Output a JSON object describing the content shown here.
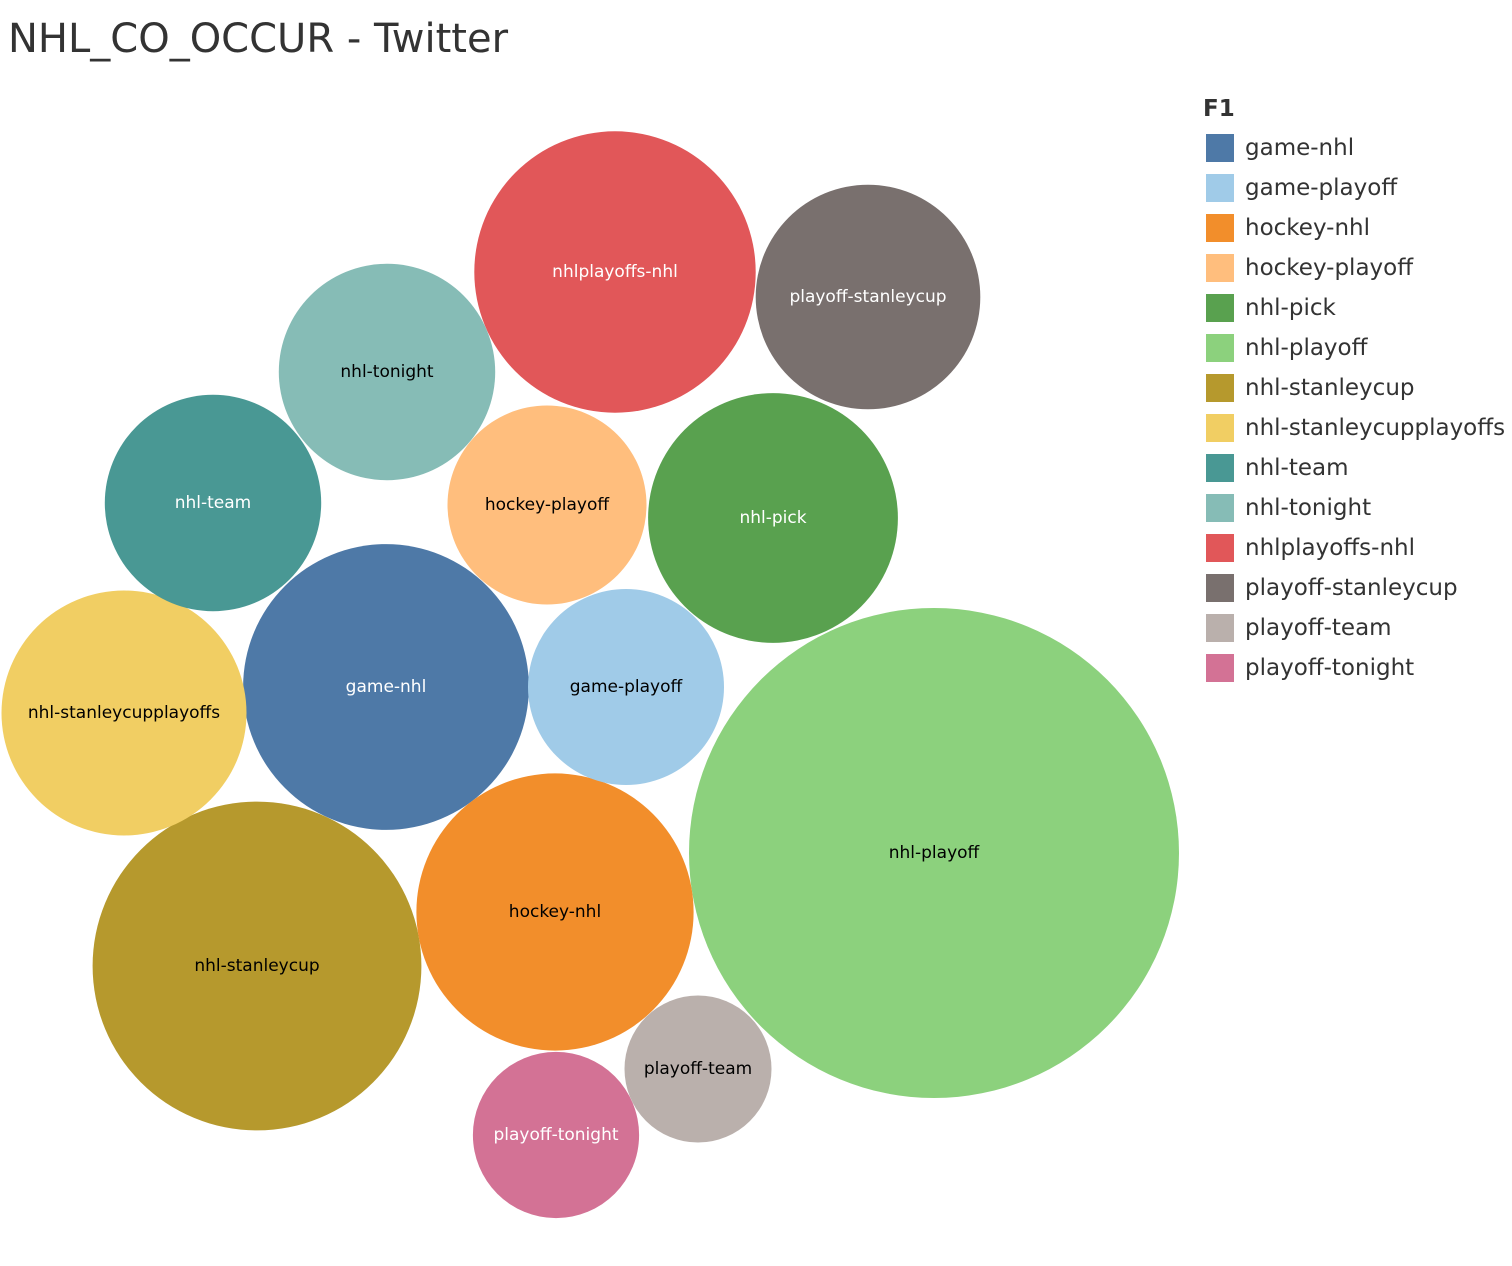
{
  "title": "NHL_CO_OCCUR - Twitter",
  "chart_data": {
    "type": "bubble",
    "title": "NHL_CO_OCCUR - Twitter",
    "legend": {
      "title": "F1",
      "position": "right",
      "entries": [
        {
          "label": "game-nhl",
          "color": "#4e79a7"
        },
        {
          "label": "game-playoff",
          "color": "#a0cbe8"
        },
        {
          "label": "hockey-nhl",
          "color": "#f28e2b"
        },
        {
          "label": "hockey-playoff",
          "color": "#ffbe7d"
        },
        {
          "label": "nhl-pick",
          "color": "#59a14f"
        },
        {
          "label": "nhl-playoff",
          "color": "#8cd17d"
        },
        {
          "label": "nhl-stanleycup",
          "color": "#b6992d"
        },
        {
          "label": "nhl-stanleycupplayoffs",
          "color": "#f1ce63"
        },
        {
          "label": "nhl-team",
          "color": "#499894"
        },
        {
          "label": "nhl-tonight",
          "color": "#86bcb6"
        },
        {
          "label": "nhlplayoffs-nhl",
          "color": "#e15759"
        },
        {
          "label": "playoff-stanleycup",
          "color": "#79706e"
        },
        {
          "label": "playoff-team",
          "color": "#bab0ac"
        },
        {
          "label": "playoff-tonight",
          "color": "#d37295"
        }
      ]
    },
    "bubbles": [
      {
        "label": "nhl-playoff",
        "value": 100,
        "color": "#8cd17d",
        "text_color": "#000000"
      },
      {
        "label": "nhl-stanleycup",
        "value": 45,
        "color": "#b6992d",
        "text_color": "#000000"
      },
      {
        "label": "game-nhl",
        "value": 34,
        "color": "#4e79a7",
        "text_color": "#ffffff"
      },
      {
        "label": "nhlplayoffs-nhl",
        "value": 33,
        "color": "#e15759",
        "text_color": "#ffffff"
      },
      {
        "label": "hockey-nhl",
        "value": 32,
        "color": "#f28e2b",
        "text_color": "#000000"
      },
      {
        "label": "nhl-pick",
        "value": 26,
        "color": "#59a14f",
        "text_color": "#ffffff"
      },
      {
        "label": "nhl-stanleycupplayoffs",
        "value": 25,
        "color": "#f1ce63",
        "text_color": "#000000"
      },
      {
        "label": "playoff-stanleycup",
        "value": 21,
        "color": "#79706e",
        "text_color": "#ffffff"
      },
      {
        "label": "nhl-team",
        "value": 19.5,
        "color": "#499894",
        "text_color": "#ffffff"
      },
      {
        "label": "nhl-tonight",
        "value": 19.5,
        "color": "#86bcb6",
        "text_color": "#000000"
      },
      {
        "label": "hockey-playoff",
        "value": 16.5,
        "color": "#ffbe7d",
        "text_color": "#000000"
      },
      {
        "label": "game-playoff",
        "value": 16,
        "color": "#a0cbe8",
        "text_color": "#000000"
      },
      {
        "label": "playoff-tonight",
        "value": 11.5,
        "color": "#d37295",
        "text_color": "#ffffff"
      },
      {
        "label": "playoff-team",
        "value": 9,
        "color": "#bab0ac",
        "text_color": "#000000"
      }
    ]
  }
}
